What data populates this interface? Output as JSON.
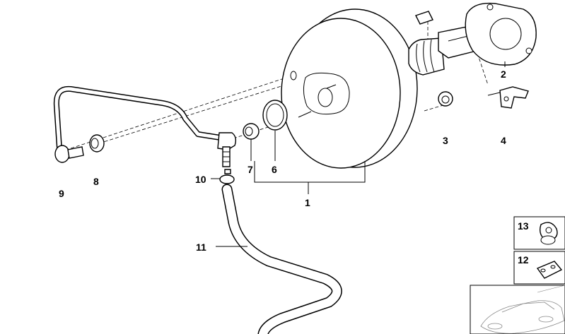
{
  "diagram": {
    "labels": {
      "p1": "1",
      "p2": "2",
      "p3": "3",
      "p4": "4",
      "p6": "6",
      "p7": "7",
      "p8": "8",
      "p9": "9",
      "p10": "10",
      "p11": "11",
      "p12": "12",
      "p13": "13"
    }
  }
}
